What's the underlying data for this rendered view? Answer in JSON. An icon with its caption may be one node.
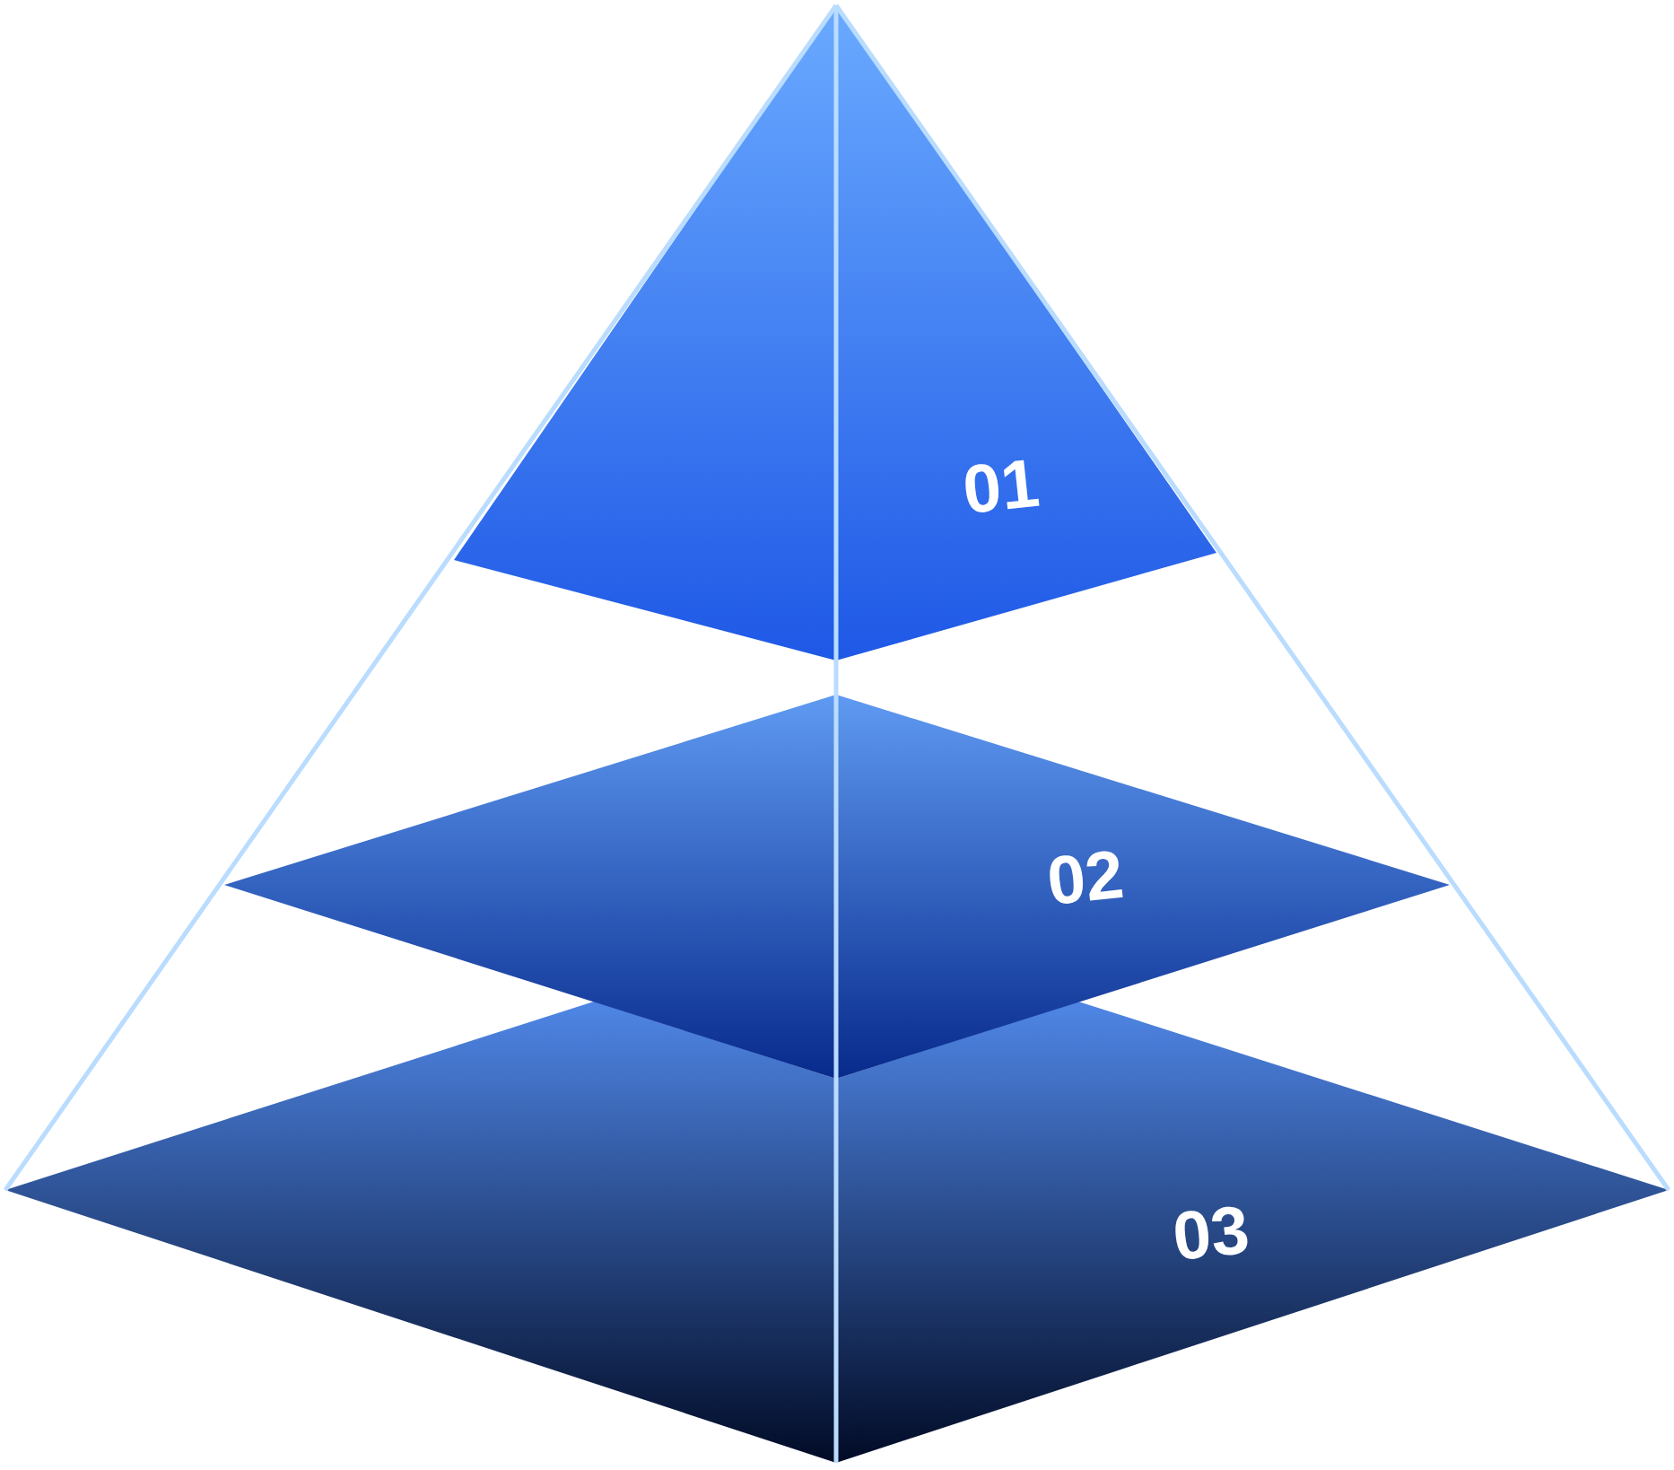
{
  "diagram": {
    "nodes": [
      {
        "text": [
          "01"
        ]
      },
      {
        "text": [
          "02"
        ]
      },
      {
        "text": [
          "03"
        ]
      }
    ]
  }
}
